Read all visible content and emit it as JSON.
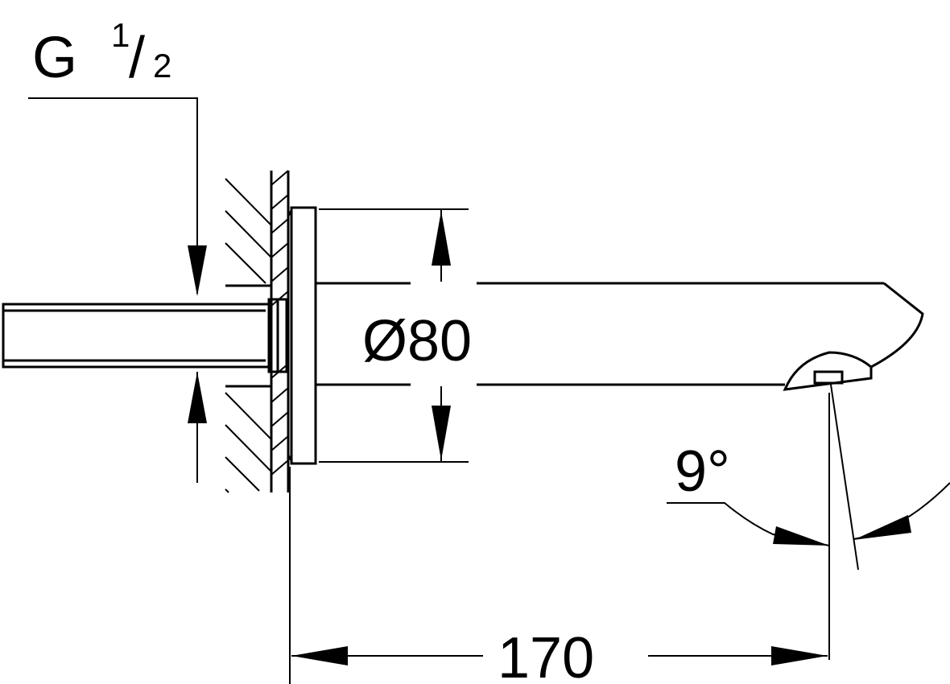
{
  "labels": {
    "thread_letter": "G",
    "thread_numerator": "1",
    "thread_slash": "/",
    "thread_denominator": "2",
    "diameter": "Ø80",
    "angle": "9°",
    "length": "170"
  }
}
